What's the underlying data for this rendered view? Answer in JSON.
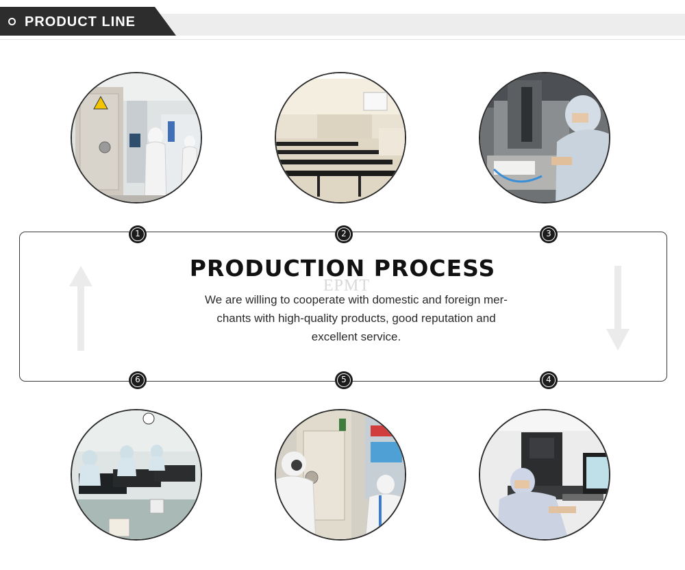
{
  "header": {
    "title": "PRODUCT LINE",
    "tab_color": "#2d2d2d",
    "bar_color": "#ededed"
  },
  "process": {
    "title": "PRODUCTION PROCESS",
    "description_lines": [
      "We are willing to cooperate with domestic and foreign mer-",
      "chants with high-quality products, good reputation and",
      "excellent service."
    ],
    "steps": [
      {
        "number": "1",
        "photo": "cleanroom-vacuum-chamber-photo"
      },
      {
        "number": "2",
        "photo": "cleanroom-workbench-hall-photo"
      },
      {
        "number": "3",
        "photo": "precision-machine-operator-photo"
      },
      {
        "number": "4",
        "photo": "inspection-computer-photo"
      },
      {
        "number": "5",
        "photo": "cleanroom-equipment-operators-photo"
      },
      {
        "number": "6",
        "photo": "microscope-workstation-photo"
      }
    ],
    "up_arrow_icon": "up-arrow-icon",
    "down_arrow_icon": "down-arrow-icon"
  }
}
